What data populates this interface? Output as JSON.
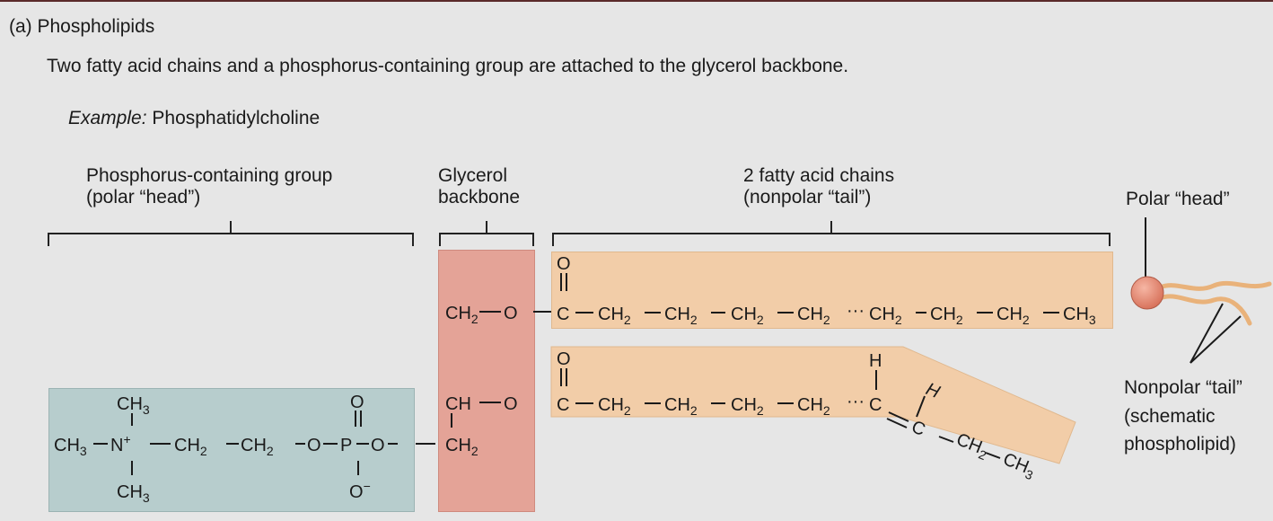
{
  "header": {
    "panel_title": "(a) Phospholipids",
    "description": "Two fatty acid chains and a phosphorus-containing group are attached to the glycerol backbone.",
    "example_label": "Example:",
    "example_name": "Phosphatidylcholine"
  },
  "labels": {
    "head_group_line1": "Phosphorus-containing group",
    "head_group_line2": "(polar “head”)",
    "glycerol_line1": "Glycerol",
    "glycerol_line2": "backbone",
    "tails_line1": "2 fatty acid chains",
    "tails_line2": "(nonpolar “tail”)",
    "schematic_head": "Polar “head”",
    "schematic_tail_line1": "Nonpolar “tail”",
    "schematic_tail_line2": "(schematic",
    "schematic_tail_line3": "phospholipid)"
  },
  "colors": {
    "background": "#e6e6e6",
    "head_box": "#b7cdcd",
    "glycerol_box": "#e4a397",
    "tail_box": "#f2cda8",
    "head_sphere": "#e98a74"
  }
}
